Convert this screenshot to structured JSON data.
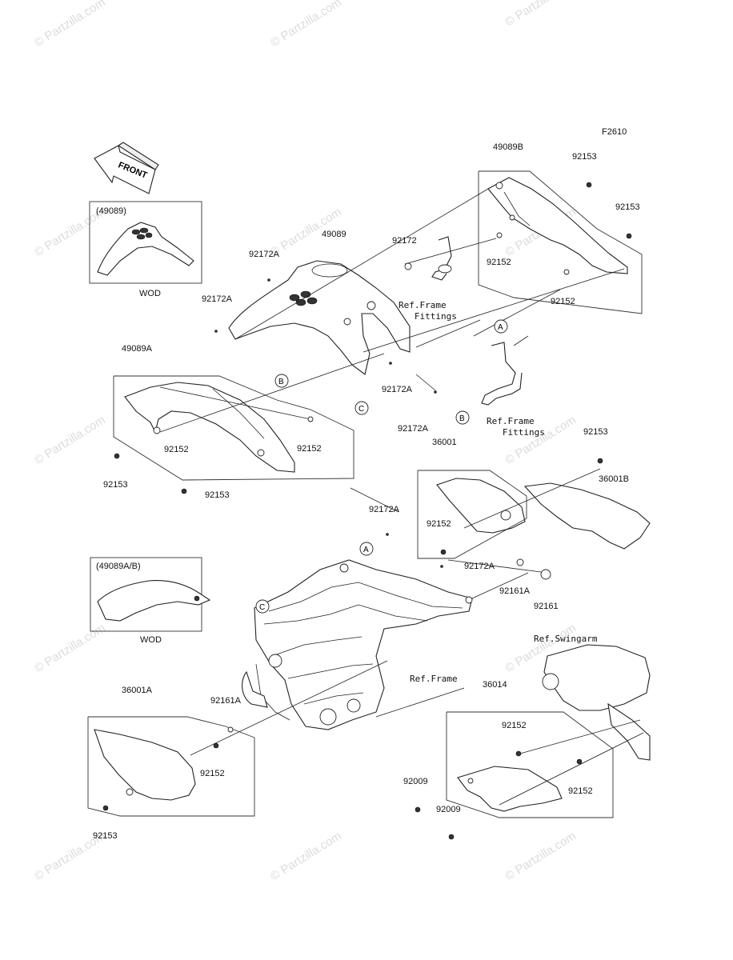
{
  "figure_code": "F2610",
  "front_arrow": "FRONT",
  "watermark": "© Partzilla.com",
  "variants": {
    "top": {
      "code": "(49089)",
      "note": "WOD"
    },
    "mid": {
      "code": "(49089A/B)",
      "note": "WOD"
    }
  },
  "callouts": {
    "A": "A",
    "B": "B",
    "C": "C"
  },
  "refs": {
    "frame_fittings_1": "Ref.Frame\n   Fittings",
    "frame_fittings_2": "Ref.Frame\n   Fittings",
    "frame": "Ref.Frame",
    "swingarm": "Ref.Swingarm"
  },
  "parts": {
    "p49089B": "49089B",
    "p92153_a": "92153",
    "p92153_b": "92153",
    "p92172": "92172",
    "p49089": "49089",
    "p92172A_a": "92172A",
    "p92152_a": "92152",
    "p92172A_b": "92172A",
    "p92152_b": "92152",
    "p49089A": "49089A",
    "p92172A_c": "92172A",
    "p92172A_d": "92172A",
    "p92152_c": "92152",
    "p92152_d": "92152",
    "p92153_c": "92153",
    "p92153_d": "92153",
    "p36001": "36001",
    "p92153_e": "92153",
    "p36001B": "36001B",
    "p92172A_e": "92172A",
    "p92152_e": "92152",
    "p92172A_f": "92172A",
    "p92161A_a": "92161A",
    "p92161": "92161",
    "p36001A": "36001A",
    "p92161A_b": "92161A",
    "p36014": "36014",
    "p92152_f": "92152",
    "p92152_g": "92152",
    "p92009_a": "92009",
    "p92009_b": "92009",
    "p92152_h": "92152",
    "p92153_f": "92153"
  }
}
